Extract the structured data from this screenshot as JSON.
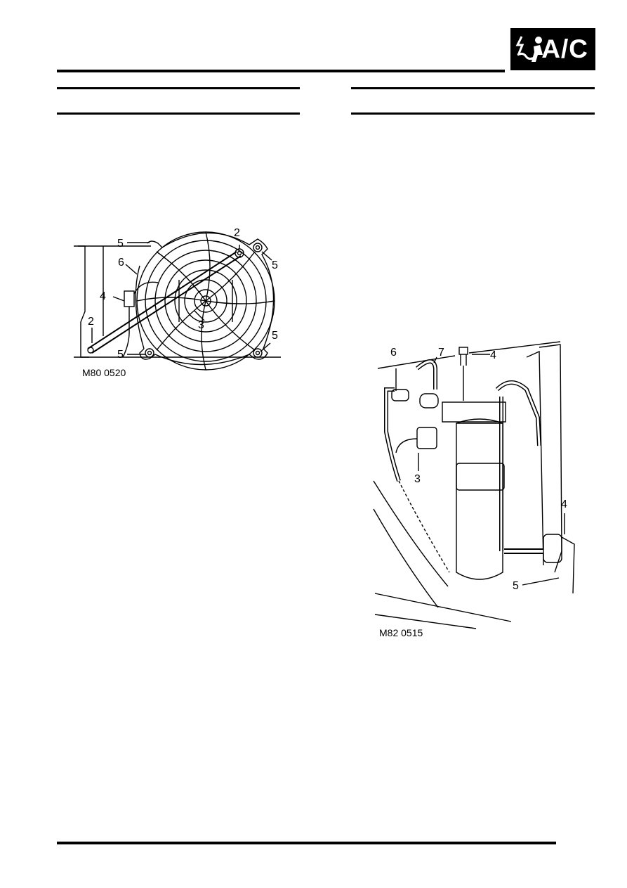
{
  "header": {
    "badge_label": "A/C",
    "badge_icon": "ac-refrigerant-icon"
  },
  "figure_left": {
    "id": "M80 0520",
    "callouts": [
      "5",
      "2",
      "6",
      "5",
      "4",
      "2",
      "3",
      "5",
      "5"
    ]
  },
  "figure_right": {
    "id": "M82 0515",
    "callouts": [
      "6",
      "7",
      "4",
      "3",
      "4",
      "5"
    ]
  }
}
